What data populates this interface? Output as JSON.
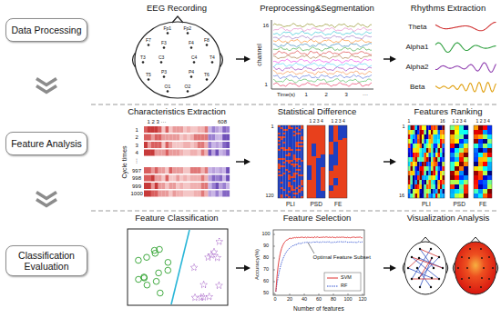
{
  "diagram": {
    "nodes": [
      {
        "text": [
          "Data Processing"
        ]
      },
      {
        "text": [
          "Feature Analysis"
        ]
      },
      {
        "text": [
          "Classification Evaluation"
        ]
      },
      {
        "text": [
          "EEG Recording"
        ]
      },
      {
        "text": [
          "Preprocessing&Segmentation"
        ]
      },
      {
        "text": [
          "Rhythms Extraction"
        ]
      },
      {
        "text": [
          "Characteristics Extraction"
        ]
      },
      {
        "text": [
          "Statistical Difference"
        ]
      },
      {
        "text": [
          "Features Ranking"
        ]
      },
      {
        "text": [
          "Feature Classification"
        ]
      },
      {
        "text": [
          "Feature Selection"
        ]
      },
      {
        "text": [
          "Visualization Analysis"
        ]
      }
    ],
    "edges": [
      {
        "from": 0,
        "to": 1,
        "arrow": "to"
      },
      {
        "from": 1,
        "to": 2,
        "arrow": "to"
      },
      {
        "from": 3,
        "to": 4,
        "arrow": "to"
      },
      {
        "from": 4,
        "to": 5,
        "arrow": "to"
      },
      {
        "from": 6,
        "to": 7,
        "arrow": "to"
      },
      {
        "from": 7,
        "to": 8,
        "arrow": "to"
      },
      {
        "from": 9,
        "to": 10,
        "arrow": "to"
      },
      {
        "from": 10,
        "to": 11,
        "arrow": "to"
      }
    ],
    "labels": [
      "Fp1",
      "Fp2",
      "F7",
      "F3",
      "F4",
      "F8",
      "T3",
      "C3",
      "C4",
      "T4",
      "T5",
      "P3",
      "P4",
      "T6",
      "O1",
      "O2",
      "16",
      "channel",
      "1",
      "Time(s)",
      "1",
      "2",
      "3",
      "···",
      "Theta",
      "Alpha1",
      "Alpha2",
      "Beta",
      "1 2 3 ···",
      "608",
      "Cycle times",
      "1",
      "2",
      "3",
      "4",
      "⋮",
      "997",
      "998",
      "999",
      "1000",
      "1",
      "1 2 3 4",
      "1 2 3 4",
      "120",
      "PLI",
      "PSD",
      "FE",
      "1",
      "16",
      "1 2 3 4",
      "1 2 3 4",
      "1",
      "16",
      "PLI",
      "PSD",
      "FE",
      "100",
      "90",
      "80",
      "70",
      "60",
      "50",
      "0",
      "20",
      "40",
      "60",
      "80",
      "100",
      "120",
      "Accuracy(%)",
      "Number of features",
      "Optimal Feature Subset"
    ],
    "legend": [
      {
        "text": "SVM"
      },
      {
        "text": "RF"
      }
    ]
  }
}
